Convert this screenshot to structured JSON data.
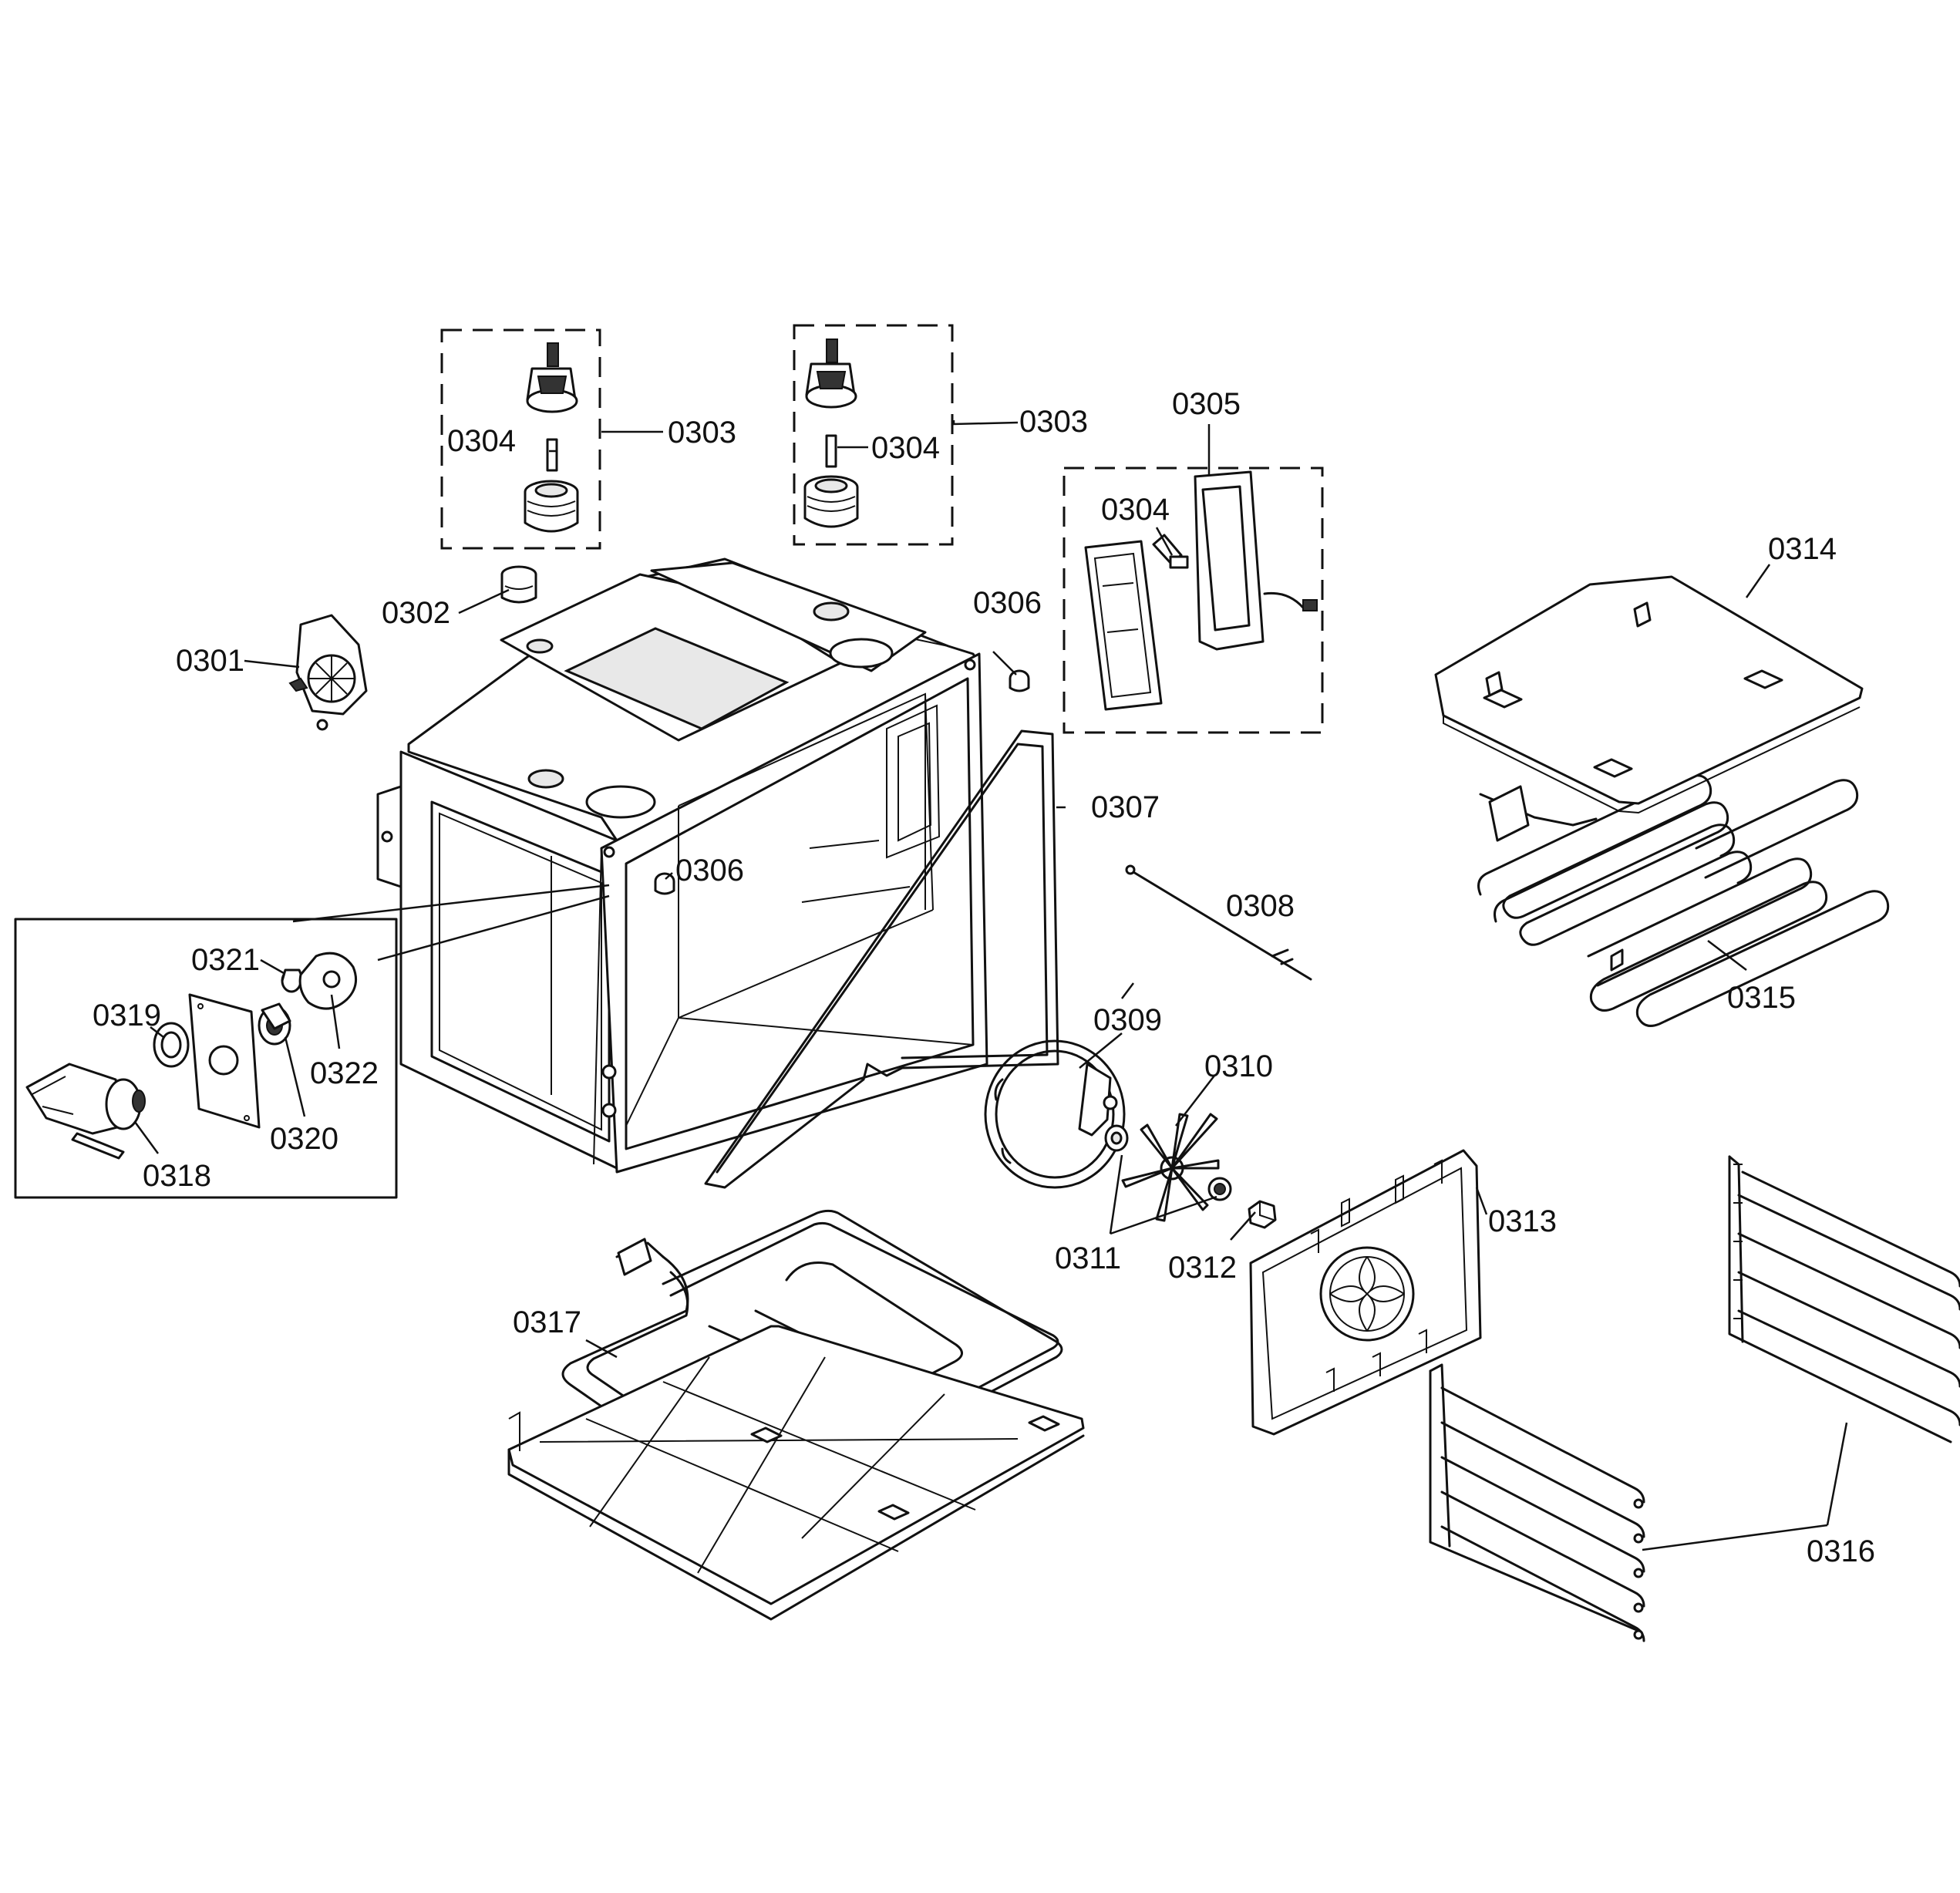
{
  "labels": {
    "l0301": "0301",
    "l0302": "0302",
    "l0303a": "0303",
    "l0303b": "0303",
    "l0304a": "0304",
    "l0304b": "0304",
    "l0304c": "0304",
    "l0305": "0305",
    "l0306a": "0306",
    "l0306b": "0306",
    "l0307": "0307",
    "l0308": "0308",
    "l0309": "0309",
    "l0310": "0310",
    "l0311": "0311",
    "l0312": "0312",
    "l0313": "0313",
    "l0314": "0314",
    "l0315": "0315",
    "l0316": "0316",
    "l0317": "0317",
    "l0318": "0318",
    "l0319": "0319",
    "l0320": "0320",
    "l0321": "0321",
    "l0322": "0322"
  }
}
